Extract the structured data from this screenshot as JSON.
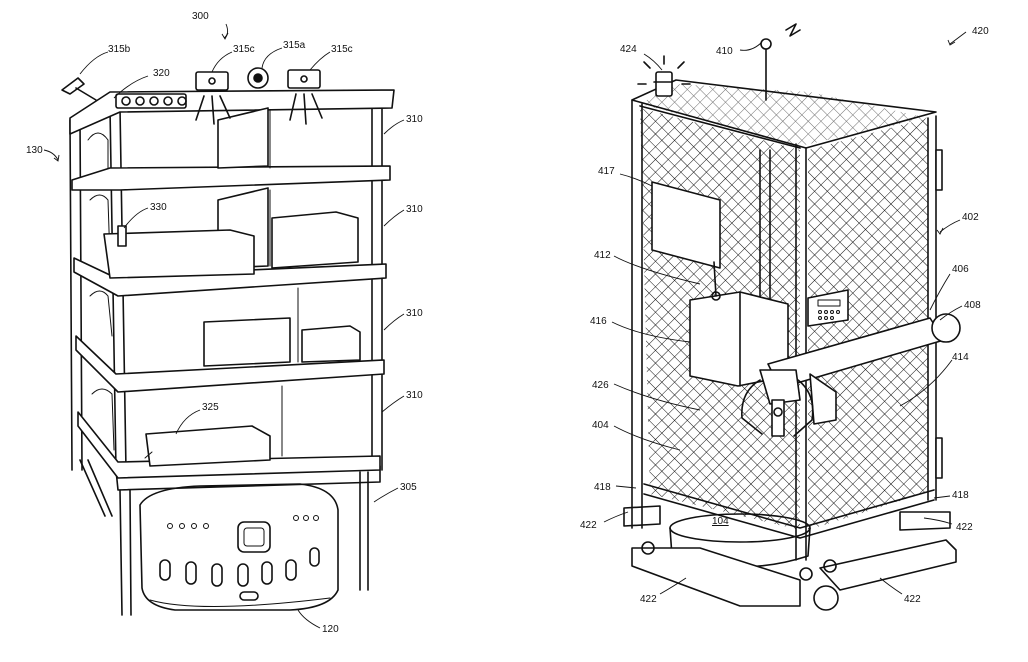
{
  "left_figure": {
    "labels": {
      "fig": "300",
      "device": "130",
      "sensor_b": "315b",
      "sensor_c_left": "315c",
      "sensor_a": "315a",
      "sensor_c_right": "315c",
      "panel": "320",
      "shelf_1": "310",
      "shelf_2": "310",
      "shelf_3": "310",
      "shelf_4": "310",
      "tag": "330",
      "item": "325",
      "frame": "305",
      "robot": "120"
    }
  },
  "right_figure": {
    "labels": {
      "fig": "420",
      "beacon": "424",
      "antenna": "410",
      "enclosure": "402",
      "door": "406",
      "keypad": "408",
      "display": "417",
      "mount": "412",
      "bin": "416",
      "arm": "414",
      "wall": "426",
      "floor": "404",
      "rail_left": "418",
      "rail_right": "418",
      "foot_left": "422",
      "foot_right": "422",
      "foot_front_left": "422",
      "foot_front_right": "422",
      "platform": "104"
    }
  }
}
